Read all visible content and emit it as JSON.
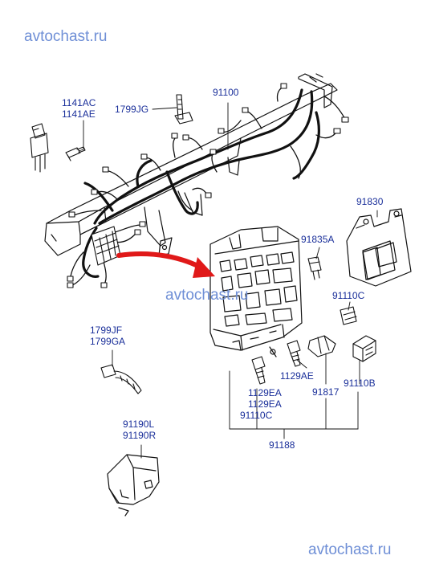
{
  "watermark": "avtochast.ru",
  "labels": {
    "p1141ac": "1141AC",
    "p1141ae": "1141AE",
    "p1799jg": "1799JG",
    "p91100": "91100",
    "p91830": "91830",
    "p91835a": "91835A",
    "p91110c_top": "91110C",
    "p1799jf": "1799JF",
    "p1799ga": "1799GA",
    "p1129ae": "1129AE",
    "p91110b": "91110B",
    "p91817": "91817",
    "p1129ea_1": "1129EA",
    "p1129ea_2": "1129EA",
    "p91110c_bottom": "91110C",
    "p91188": "91188",
    "p91190l": "91190L",
    "p91190r": "91190R"
  },
  "colors": {
    "label": "#1a2f9a",
    "watermark": "#6f8fd6",
    "arrow": "#e01919",
    "line": "#111111"
  }
}
